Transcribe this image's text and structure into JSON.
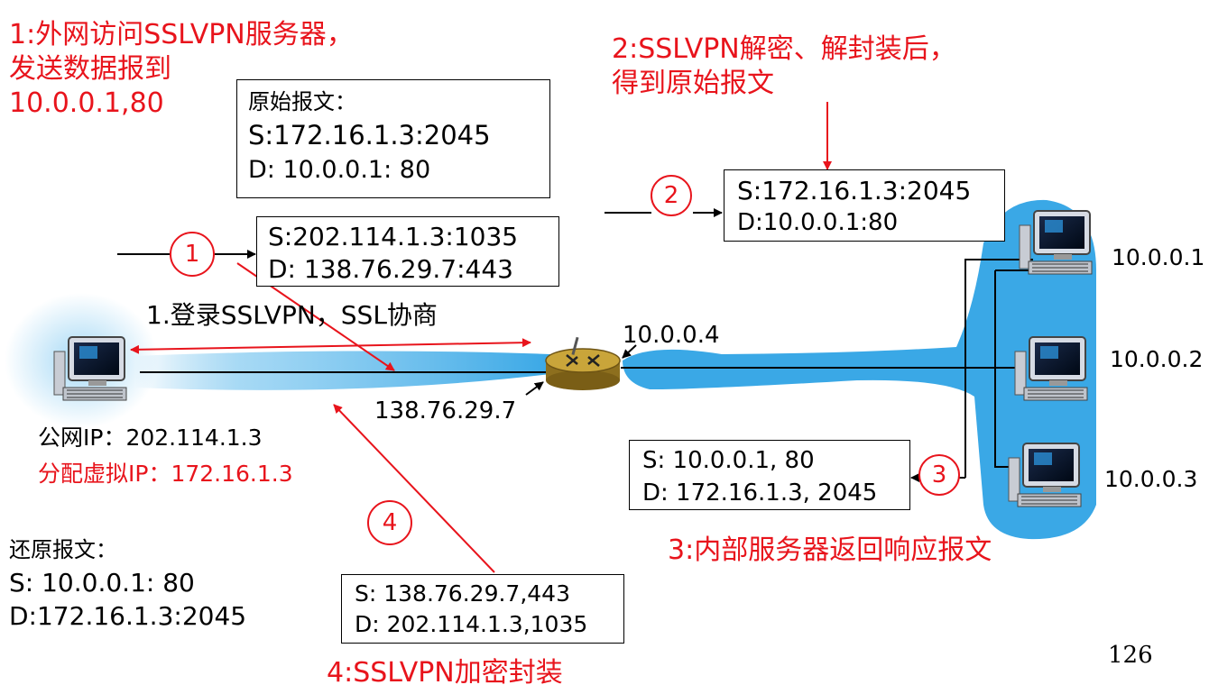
{
  "steps": {
    "s1": {
      "line1": "1:外网访问SSLVPN服务器，",
      "line2": "发送数据报到",
      "line3": "10.0.0.1,80"
    },
    "s2": {
      "line1": "2:SSLVPN解密、解封装后，",
      "line2": "得到原始报文"
    },
    "s3": {
      "text": "3:内部服务器返回响应报文"
    },
    "s4": {
      "text": "4:SSLVPN加密封装"
    }
  },
  "markers": {
    "m1": "1",
    "m2": "2",
    "m3": "3",
    "m4": "4"
  },
  "packets": {
    "original": {
      "title": "原始报文：",
      "src": "S:172.16.1.3:2045",
      "dst": "D: 10.0.0.1: 80"
    },
    "outer": {
      "src": "S:202.114.1.3:1035",
      "dst": "D: 138.76.29.7:443"
    },
    "decrypted": {
      "src": "S:172.16.1.3:2045",
      "dst": "D:10.0.0.1:80"
    },
    "response": {
      "src": "S: 10.0.0.1, 80",
      "dst": "D: 172.16.1.3, 2045"
    },
    "encrypted": {
      "src": "S: 138.76.29.7,443",
      "dst": "D: 202.114.1.3,1035"
    },
    "restored": {
      "title": "还原报文：",
      "src": "S: 10.0.0.1: 80",
      "dst": "D:172.16.1.3:2045"
    }
  },
  "labels": {
    "login": "1.登录SSLVPN，SSL协商",
    "router_inner_ip": "10.0.0.4",
    "router_outer_ip": "138.76.29.7",
    "client_public_ip": "公网IP：202.114.1.3",
    "client_virtual_ip": "分配虚拟IP：172.16.1.3",
    "server1": "10.0.0.1",
    "server2": "10.0.0.2",
    "server3": "10.0.0.3"
  },
  "page_number": "126",
  "colors": {
    "accent_red": "#e8141c",
    "tunnel_blue": "#3aa8e6",
    "router_gold": "#b8942e"
  }
}
